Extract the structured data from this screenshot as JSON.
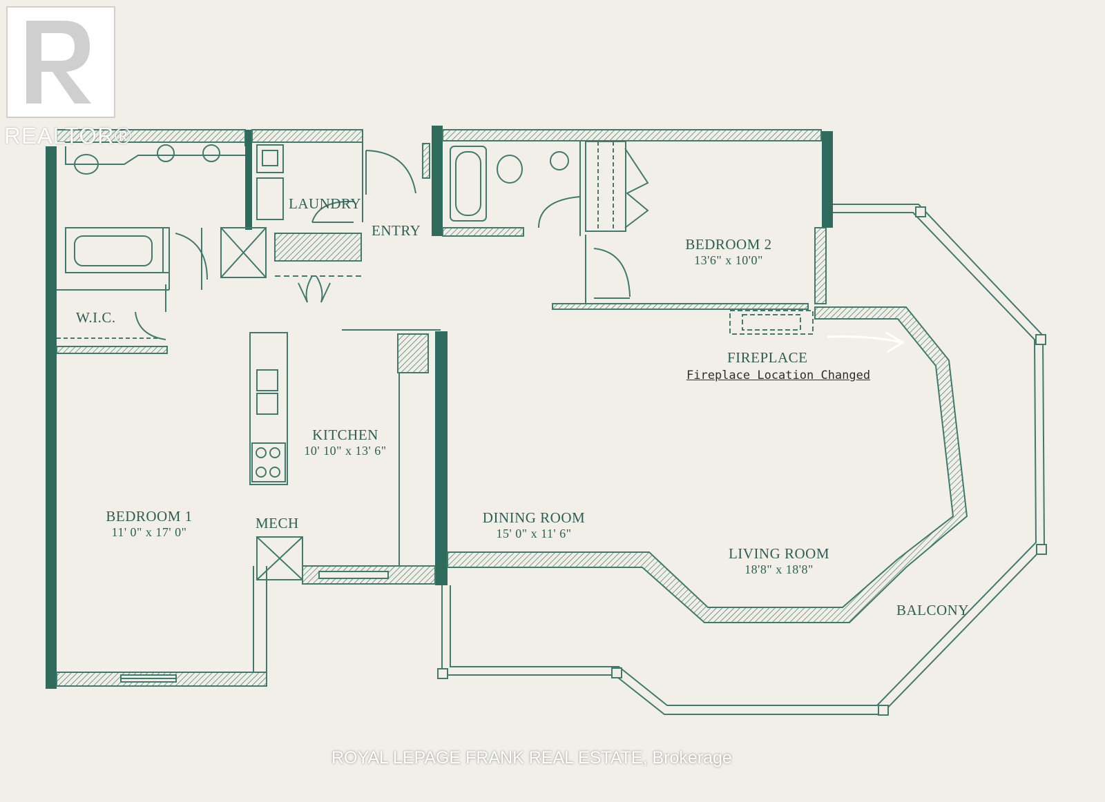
{
  "logo": {
    "text": "REALTOR®"
  },
  "rooms": {
    "laundry": {
      "name": "LAUNDRY"
    },
    "entry": {
      "name": "ENTRY"
    },
    "wic": {
      "name": "W.I.C."
    },
    "bedroom2": {
      "name": "BEDROOM 2",
      "dims": "13'6\" x 10'0\""
    },
    "fireplace": {
      "name": "FIREPLACE"
    },
    "kitchen": {
      "name": "KITCHEN",
      "dims": "10' 10\" x 13' 6\""
    },
    "bedroom1": {
      "name": "BEDROOM 1",
      "dims": "11' 0\" x 17' 0\""
    },
    "mech": {
      "name": "MECH"
    },
    "dining": {
      "name": "DINING ROOM",
      "dims": "15' 0\" x 11' 6\""
    },
    "living": {
      "name": "LIVING ROOM",
      "dims": "18'8\" x 18'8\""
    },
    "balcony": {
      "name": "BALCONY"
    }
  },
  "note": {
    "text": "Fireplace Location Changed"
  },
  "watermark": {
    "text": "ROYAL LEPAGE FRANK REAL ESTATE, Brokerage"
  },
  "colors": {
    "wall": "#2e6b5d",
    "paper": "#f1efe8",
    "line": "#3f7a6c",
    "accent_wall": "#1f5a4c"
  }
}
